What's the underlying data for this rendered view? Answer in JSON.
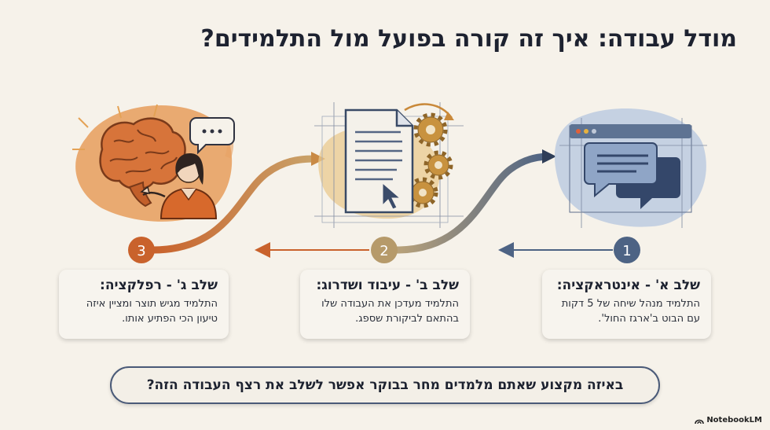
{
  "title": "מודל עבודה: איך זה קורה בפועל מול התלמידים?",
  "steps": [
    {
      "number": "1",
      "heading": "שלב א' - אינטראקציה:",
      "line1": "התלמיד מנהל שיחה של 5 דקות",
      "line2": "עם הבוט ב'ארגז החול'.",
      "color": "#4d6384"
    },
    {
      "number": "2",
      "heading": "שלב ב' - עיבוד ושדרוג:",
      "line1": "התלמיד מעדכן את העבודה שלו",
      "line2": "בהתאם לביקורת שספג.",
      "color": "#b69a6a"
    },
    {
      "number": "3",
      "heading": "שלב ג' - רפלקציה:",
      "line1": "התלמיד מגיש תוצר ומציין איזה",
      "line2": "טיעון הכי הפתיע אותו.",
      "color": "#c9622c"
    }
  ],
  "question": "באיזה מקצוע שאתם מלמדים מחר בבוקר אפשר לשלב את רצף העבודה הזה?",
  "brand": "NotebookLM",
  "icons": {
    "step1": "chat-window-icon",
    "step2": "document-gears-icon",
    "step3": "brain-speaker-icon"
  }
}
